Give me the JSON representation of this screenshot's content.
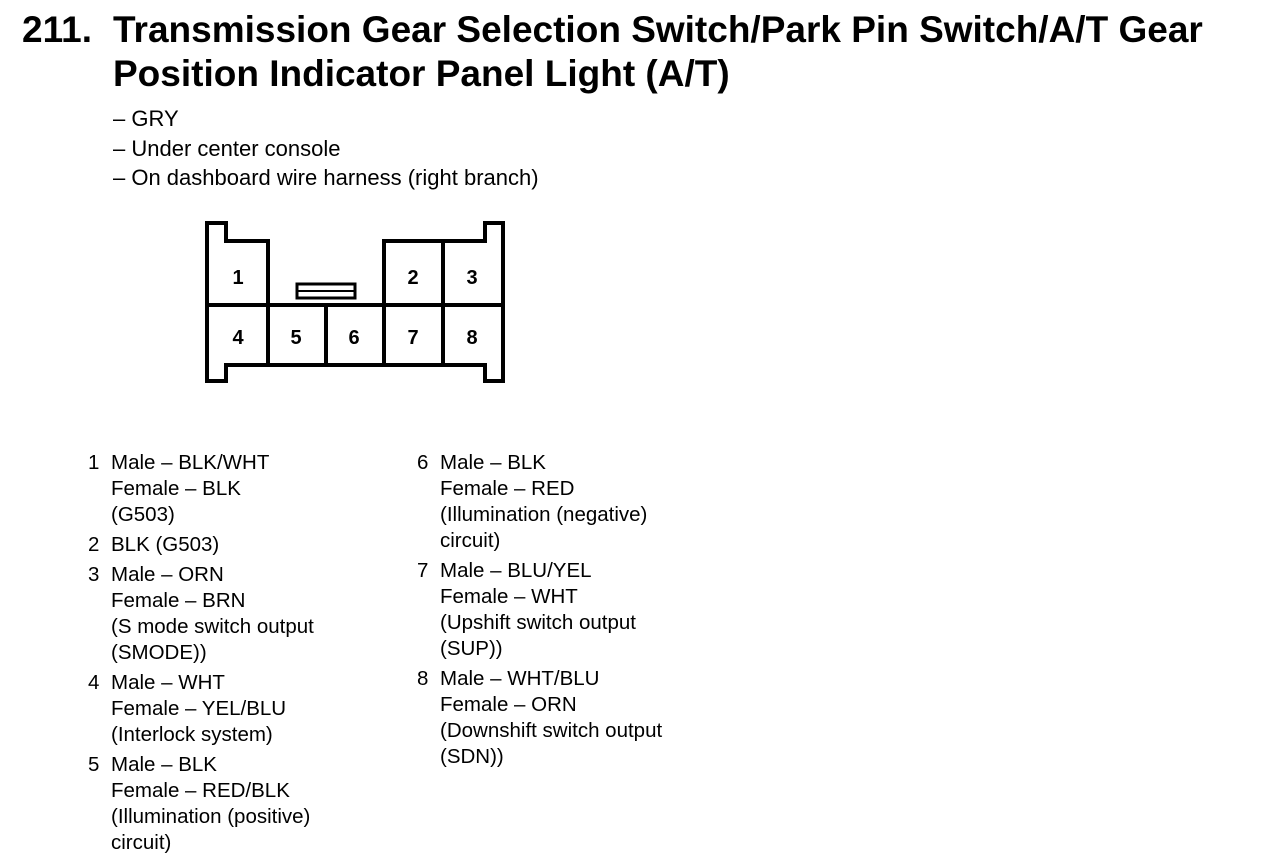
{
  "heading": {
    "number": "211.",
    "title": "Transmission Gear Selection Switch/Park Pin Switch/A/T Gear Position Indicator Panel Light (A/T)"
  },
  "details": [
    "– GRY",
    "– Under center console",
    "– On dashboard wire harness (right branch)"
  ],
  "connector": {
    "top_row_pins": [
      "1",
      "2",
      "3"
    ],
    "bottom_row_pins": [
      "4",
      "5",
      "6",
      "7",
      "8"
    ]
  },
  "pins": [
    {
      "num": "1",
      "lines": [
        "Male – BLK/WHT",
        "Female – BLK",
        "(G503)"
      ]
    },
    {
      "num": "2",
      "lines": [
        "BLK (G503)"
      ]
    },
    {
      "num": "3",
      "lines": [
        "Male – ORN",
        "Female – BRN",
        "(S mode switch output",
        "(SMODE))"
      ]
    },
    {
      "num": "4",
      "lines": [
        "Male – WHT",
        "Female – YEL/BLU",
        "(Interlock system)"
      ]
    },
    {
      "num": "5",
      "lines": [
        "Male – BLK",
        "Female – RED/BLK",
        "(Illumination (positive)",
        "circuit)"
      ]
    },
    {
      "num": "6",
      "lines": [
        "Male – BLK",
        "Female – RED",
        "(Illumination (negative)",
        "circuit)"
      ]
    },
    {
      "num": "7",
      "lines": [
        "Male – BLU/YEL",
        "Female – WHT",
        "(Upshift switch output",
        "(SUP))"
      ]
    },
    {
      "num": "8",
      "lines": [
        "Male – WHT/BLU",
        "Female – ORN",
        "(Downshift switch output",
        "(SDN))"
      ]
    }
  ]
}
